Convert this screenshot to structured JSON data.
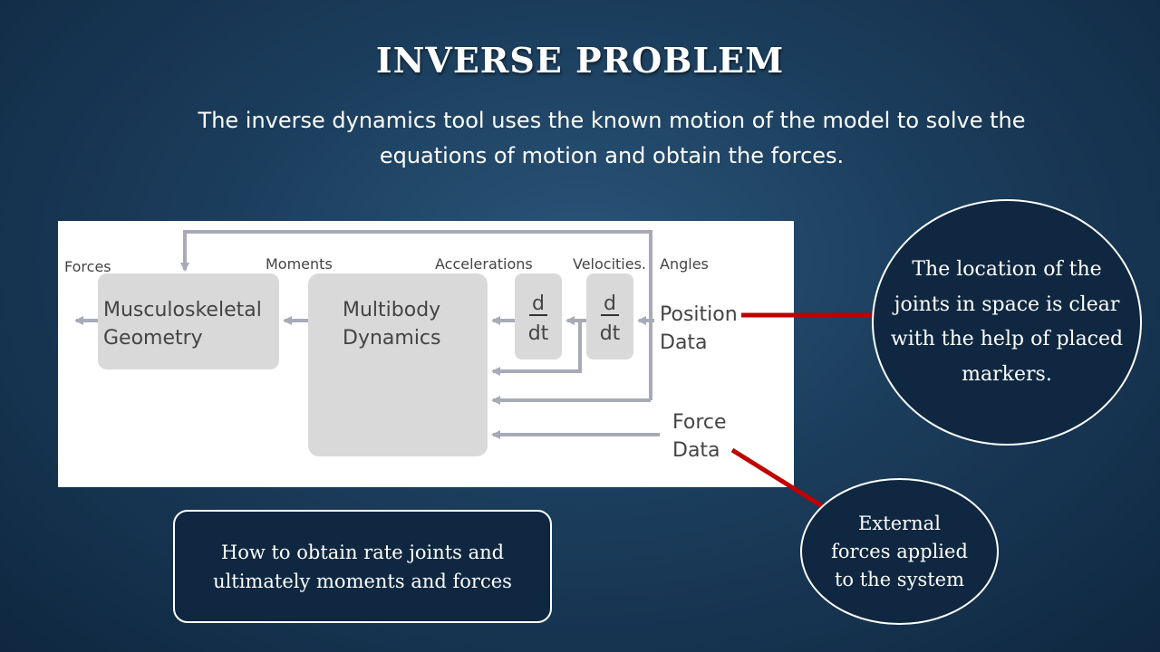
{
  "slide": {
    "title": "INVERSE PROBLEM",
    "subtitle": "The inverse dynamics tool uses the known motion of the model to solve the equations of motion and obtain the forces."
  },
  "diagram": {
    "labels": {
      "forces": "Forces",
      "moments": "Moments",
      "accelerations": "Accelerations",
      "velocities": "Velocities.",
      "angles": "Angles"
    },
    "musculoskeletal_line1": "Musculoskeletal",
    "musculoskeletal_line2": "Geometry",
    "multibody_line1": "Multibody",
    "multibody_line2": "Dynamics",
    "deriv_numerator": "d",
    "deriv_denominator": "dt",
    "position_line1": "Position",
    "position_line2": "Data",
    "force_line1": "Force",
    "force_line2": "Data",
    "colors": {
      "box": "#d9d9d9",
      "arrow": "#a8aab8",
      "text": "#444444"
    }
  },
  "callouts": {
    "markers": "The location of the joints in space is clear with the help of placed markers.",
    "external": "External forces applied to the system",
    "note": "How to obtain rate joints and ultimately moments and forces",
    "arrow_color": "#c00000"
  }
}
